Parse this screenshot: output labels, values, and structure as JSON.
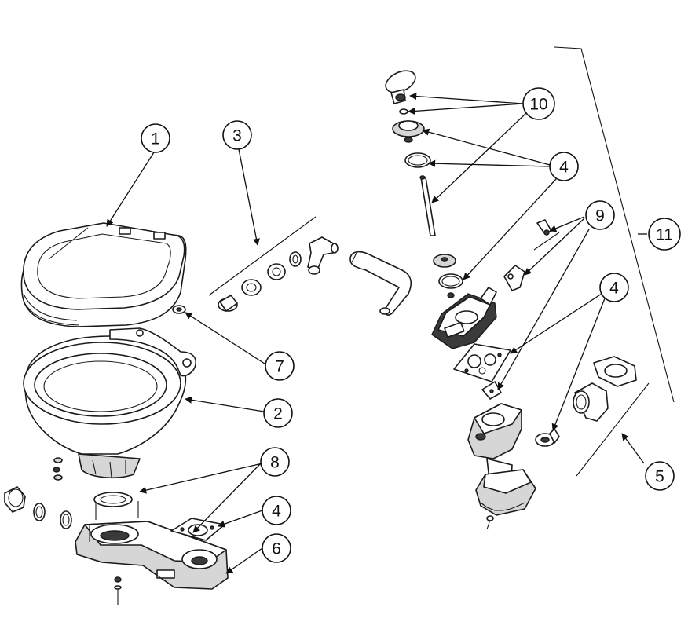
{
  "callouts": [
    {
      "id": "c1",
      "label": "1"
    },
    {
      "id": "c2",
      "label": "2"
    },
    {
      "id": "c3",
      "label": "3"
    },
    {
      "id": "c4a",
      "label": "4"
    },
    {
      "id": "c4b",
      "label": "4"
    },
    {
      "id": "c4c",
      "label": "4"
    },
    {
      "id": "c4d",
      "label": "4"
    },
    {
      "id": "c5",
      "label": "5"
    },
    {
      "id": "c6",
      "label": "6"
    },
    {
      "id": "c7",
      "label": "7"
    },
    {
      "id": "c8",
      "label": "8"
    },
    {
      "id": "c9",
      "label": "9"
    },
    {
      "id": "c10",
      "label": "10"
    },
    {
      "id": "c11",
      "label": "11"
    }
  ]
}
